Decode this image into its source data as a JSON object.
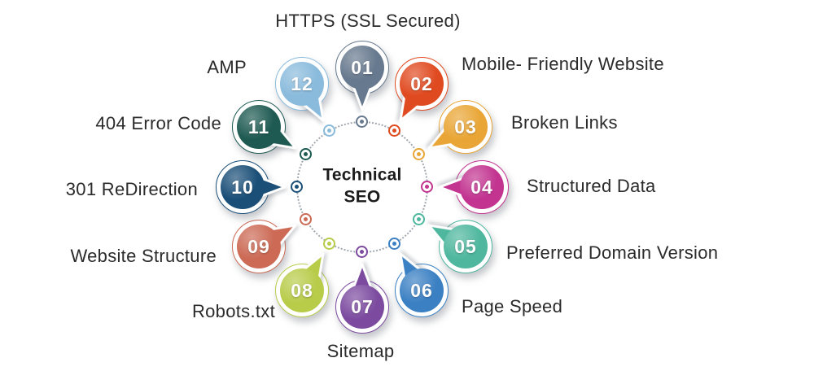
{
  "center": {
    "line1": "Technical",
    "line2": "SEO"
  },
  "items": [
    {
      "number": "01",
      "label": "HTTPS (SSL Secured)",
      "color": "#67798e"
    },
    {
      "number": "02",
      "label": "Mobile- Friendly Website",
      "color": "#e04a20"
    },
    {
      "number": "03",
      "label": "Broken Links",
      "color": "#e9a636"
    },
    {
      "number": "04",
      "label": "Structured Data",
      "color": "#c23490"
    },
    {
      "number": "05",
      "label": "Preferred Domain Version",
      "color": "#4eb79e"
    },
    {
      "number": "06",
      "label": "Page Speed",
      "color": "#3b80c3"
    },
    {
      "number": "07",
      "label": "Sitemap",
      "color": "#7c4ba0"
    },
    {
      "number": "08",
      "label": "Robots.txt",
      "color": "#b8cc4a"
    },
    {
      "number": "09",
      "label": "Website Structure",
      "color": "#cc6a55"
    },
    {
      "number": "10",
      "label": "301 ReDirection",
      "color": "#1b4f78"
    },
    {
      "number": "11",
      "label": "404 Error Code",
      "color": "#1e5a52"
    },
    {
      "number": "12",
      "label": "AMP",
      "color": "#8abbdc"
    }
  ],
  "colors": {
    "background": "#ffffff",
    "label_text": "#2b2b2b",
    "number_text": "#ffffff",
    "center_text": "#1c1c1c",
    "dotted_ring": "#a3a9b0"
  }
}
